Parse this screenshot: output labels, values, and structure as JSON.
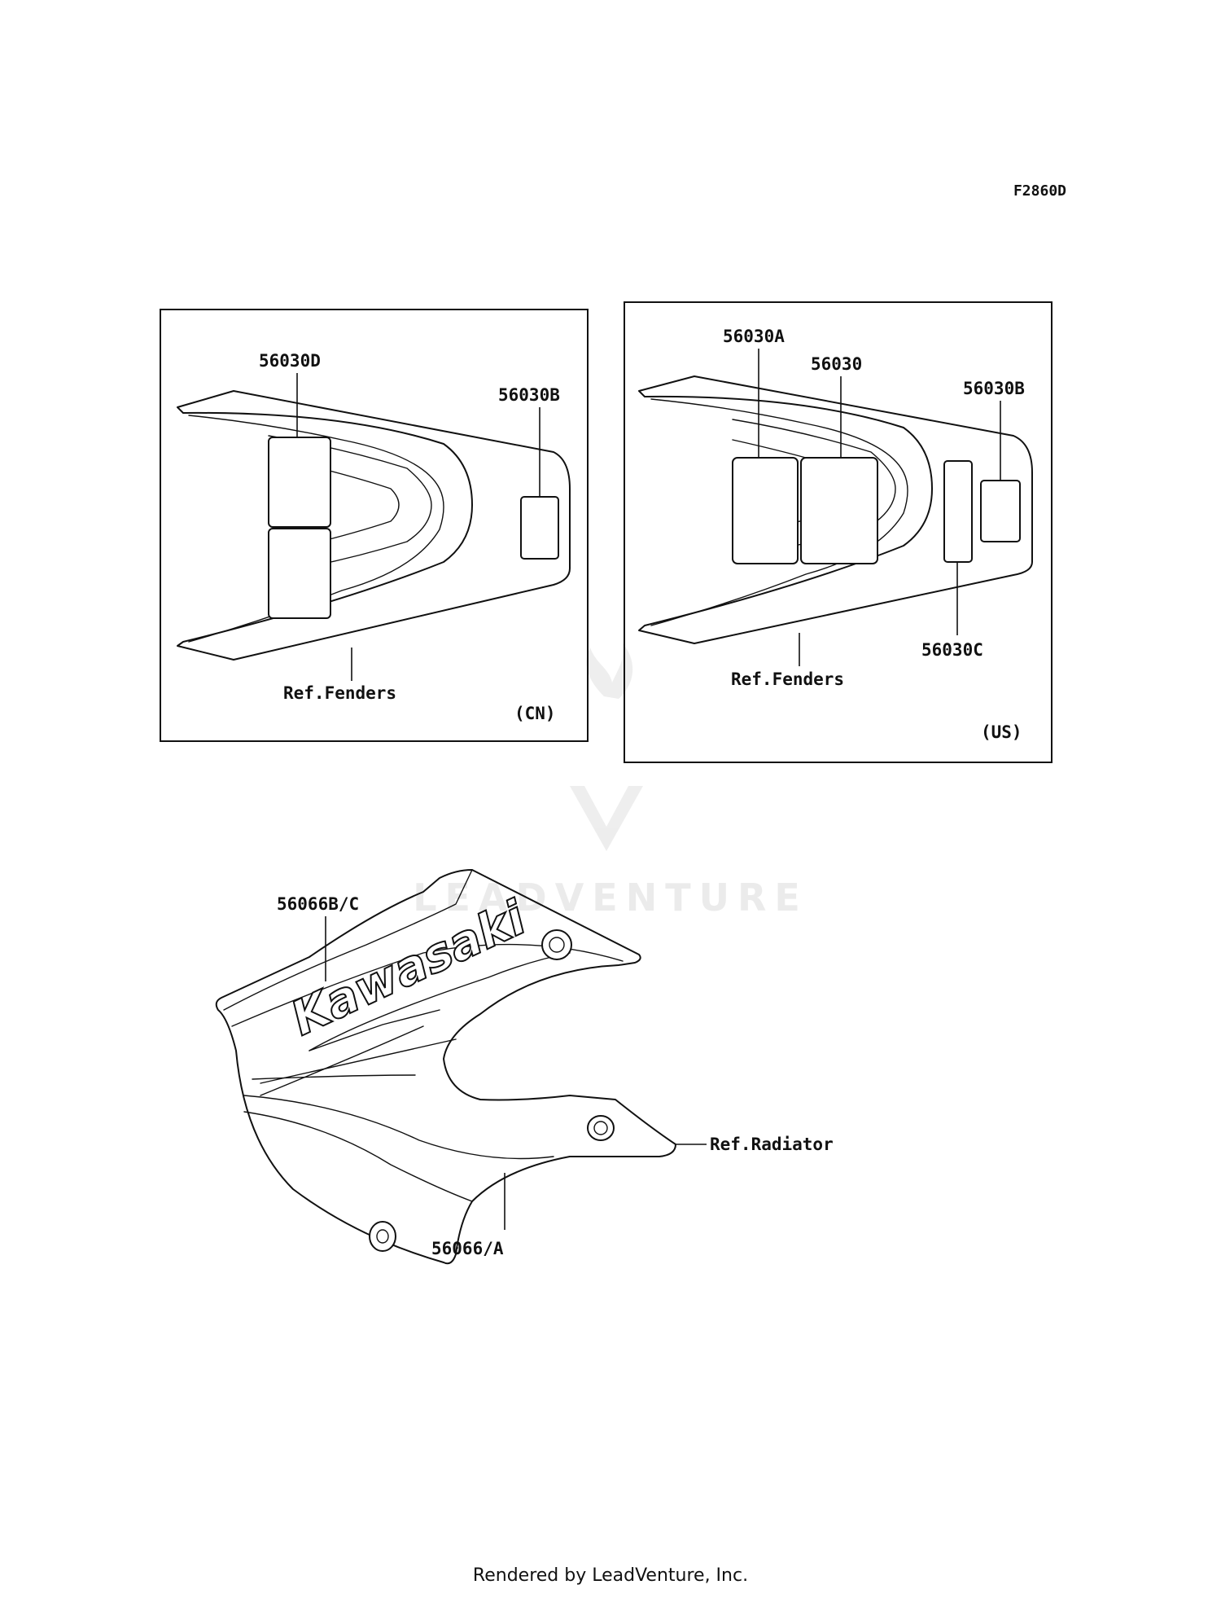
{
  "diagram_code": "F2860D",
  "panel_cn": {
    "labels": {
      "decal_d": "56030D",
      "decal_b": "56030B",
      "fenders_ref": "Ref.Fenders",
      "region": "(CN)"
    }
  },
  "panel_us": {
    "labels": {
      "decal_a": "56030A",
      "decal": "56030",
      "decal_b": "56030B",
      "decal_c": "56030C",
      "fenders_ref": "Ref.Fenders",
      "region": "(US)"
    }
  },
  "shroud": {
    "labels": {
      "upper_decal": "56066B/C",
      "lower_decal": "56066/A",
      "radiator_ref": "Ref.Radiator",
      "logo_text": "Kawasaki"
    }
  },
  "watermark": {
    "text": "LEADVENTURE",
    "color": "#e6e6e6"
  },
  "footer": {
    "text": "Rendered by LeadVenture, Inc."
  }
}
